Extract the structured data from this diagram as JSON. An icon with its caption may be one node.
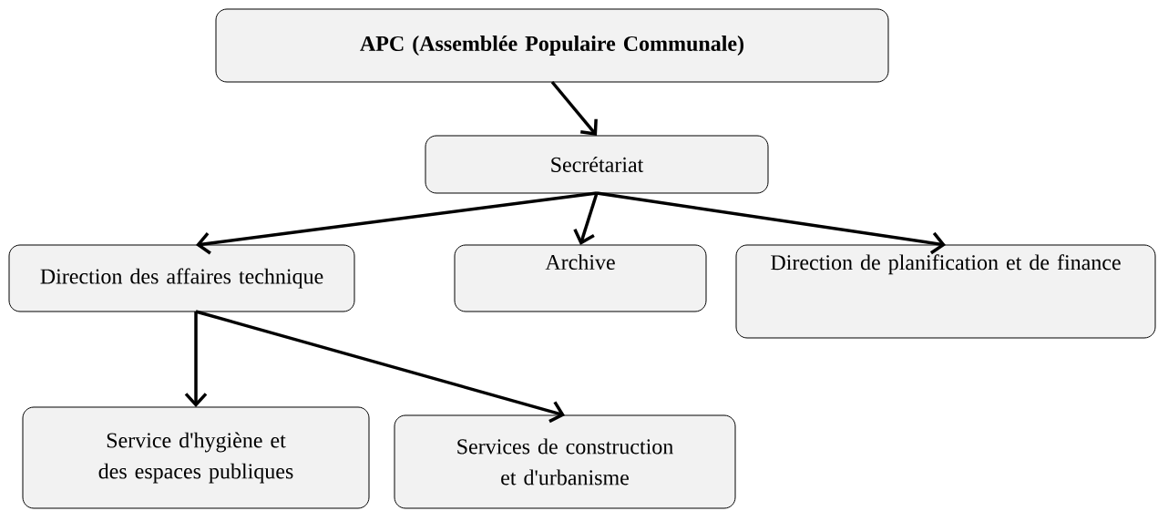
{
  "diagram": {
    "nodes": [
      {
        "text": [
          "**APC (Assemblée Populaire Communale)**"
        ]
      },
      {
        "text": [
          "Secrétariat"
        ]
      },
      {
        "text": [
          "Direction des affaires technique"
        ]
      },
      {
        "text": [
          "Archive"
        ]
      },
      {
        "text": [
          "Direction de planification  et de finance"
        ]
      },
      {
        "text": [
          "Service d'hygiène et des espaces publiques"
        ]
      },
      {
        "text": [
          "Services de construction et d'urbanisme"
        ]
      }
    ],
    "edges": [
      {
        "from": 0,
        "to": 1,
        "arrow": "to"
      },
      {
        "from": 1,
        "to": 2,
        "arrow": "to"
      },
      {
        "from": 1,
        "to": 3,
        "arrow": "to"
      },
      {
        "from": 1,
        "to": 4,
        "arrow": "to"
      },
      {
        "from": 2,
        "to": 5,
        "arrow": "to"
      },
      {
        "from": 2,
        "to": 6,
        "arrow": "to"
      }
    ]
  }
}
